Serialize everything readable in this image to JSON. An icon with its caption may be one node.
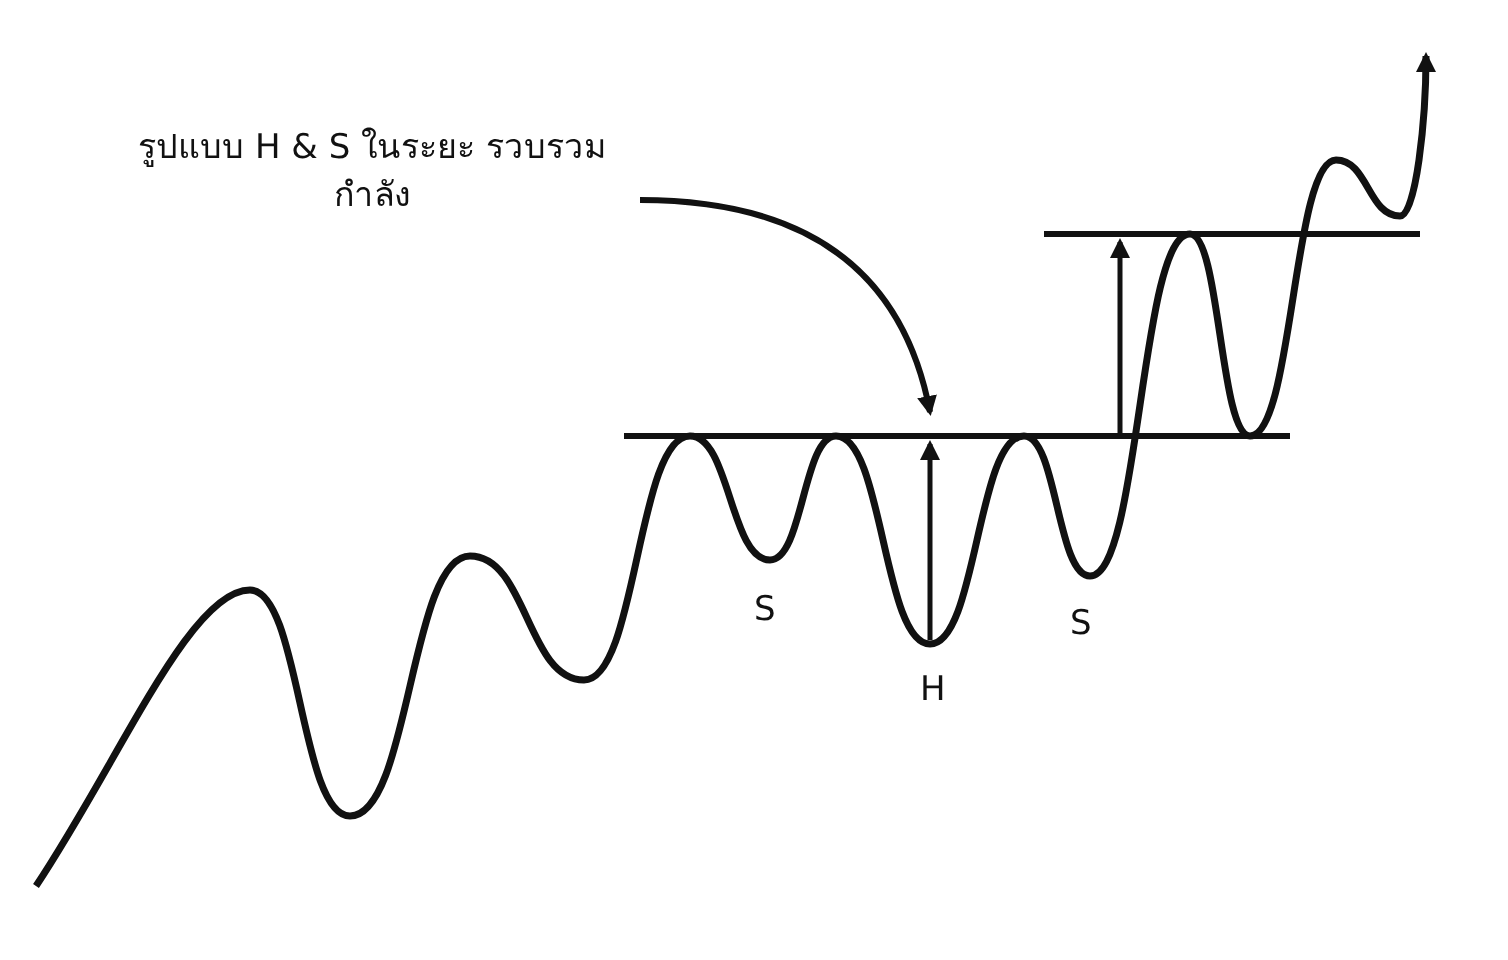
{
  "diagram": {
    "nodes": [
      {
        "text": [
          "รูปแบบ H & S ในระยะ รวบรวมกำลัง"
        ]
      },
      {
        "text": [],
        "shape": "line"
      }
    ],
    "edges": [
      {
        "from": 0,
        "to": 1,
        "arrow": "to"
      }
    ],
    "labels": [
      "S",
      "H",
      "S"
    ]
  }
}
